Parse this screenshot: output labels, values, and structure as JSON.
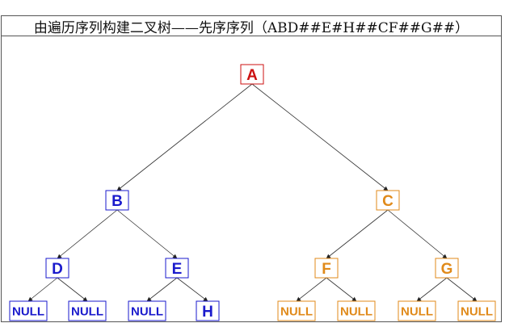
{
  "title": "由遍历序列构建二叉树——先序序列（ABD##E#H##CF##G##）",
  "colors": {
    "root": "#cc1111",
    "left": "#1a1acc",
    "right": "#e08a1a"
  },
  "nodes": [
    {
      "id": "A",
      "label": "A",
      "group": "root"
    },
    {
      "id": "B",
      "label": "B",
      "group": "left",
      "parent": "A"
    },
    {
      "id": "C",
      "label": "C",
      "group": "right",
      "parent": "A"
    },
    {
      "id": "D",
      "label": "D",
      "group": "left",
      "parent": "B"
    },
    {
      "id": "E",
      "label": "E",
      "group": "left",
      "parent": "B"
    },
    {
      "id": "F",
      "label": "F",
      "group": "right",
      "parent": "C"
    },
    {
      "id": "G",
      "label": "G",
      "group": "right",
      "parent": "C"
    },
    {
      "id": "D-null-l",
      "label": "NULL",
      "group": "left",
      "parent": "D"
    },
    {
      "id": "D-null-r",
      "label": "NULL",
      "group": "left",
      "parent": "D"
    },
    {
      "id": "E-null-l",
      "label": "NULL",
      "group": "left",
      "parent": "E"
    },
    {
      "id": "H",
      "label": "H",
      "group": "left",
      "parent": "E"
    },
    {
      "id": "F-null-l",
      "label": "NULL",
      "group": "right",
      "parent": "F"
    },
    {
      "id": "F-null-r",
      "label": "NULL",
      "group": "right",
      "parent": "F"
    },
    {
      "id": "G-null-l",
      "label": "NULL",
      "group": "right",
      "parent": "G"
    },
    {
      "id": "G-null-r",
      "label": "NULL",
      "group": "right",
      "parent": "G"
    }
  ]
}
